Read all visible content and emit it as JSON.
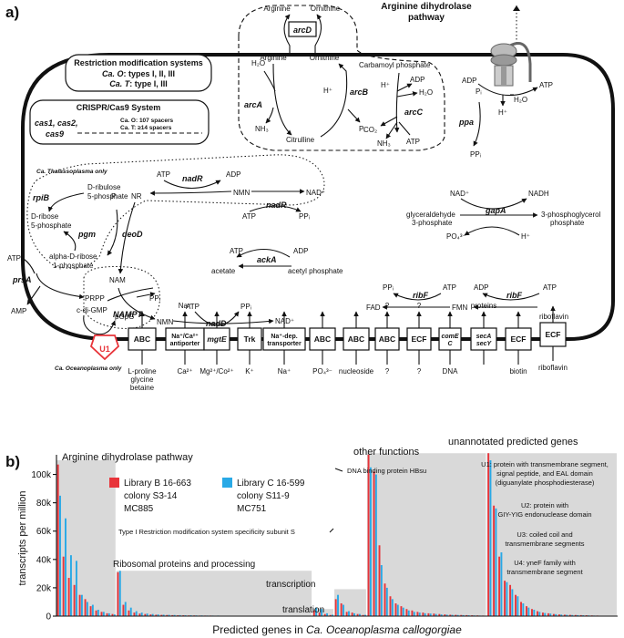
{
  "panel_a": {
    "label": "a)",
    "arginine_pathway": {
      "title_line1": "Arginine dihydrolase",
      "title_line2": "pathway",
      "arcD_box": "arcD",
      "arginine_out": "Arginine",
      "ornithine_out": "Ornithine",
      "arginine_in": "Arginine",
      "ornithine_in": "Ornithine",
      "arcA": "arcA",
      "arcB": "arcB",
      "arcC": "arcC",
      "h2o": "H₂O",
      "nh3_a": "NH₃",
      "citrulline": "Citrulline",
      "hplus_b": "H⁺",
      "pi_b": "Pᵢ",
      "carbamoyl_phosphate": "Carbamoyl phosphate",
      "hplus_c": "H⁺",
      "adp_c": "ADP",
      "h2o_c": "H₂O",
      "co2_c": "CO₂",
      "nh3_c": "NH₃",
      "atp_c": "ATP"
    },
    "restriction": {
      "title": "Restriction modification systems",
      "line1_org": "Ca. O",
      "line1_rest": ": types I, II, III",
      "line2_org": "Ca. T",
      "line2_rest": ": type I, III"
    },
    "crispr": {
      "title": "CRISPR/Cas9 System",
      "genes_line1": "cas1, cas2,",
      "genes_line2": "cas9",
      "spacers1": "Ca. O: 107 spacers",
      "spacers2": "Ca. T: ≥14 spacers"
    },
    "atp_synthase": {
      "adp": "ADP",
      "pi": "Pᵢ",
      "atp": "ATP",
      "hplus": "H⁺",
      "h2o": "H₂O",
      "ppa": "ppa",
      "ppi": "PPᵢ"
    },
    "thalassoplasma_label": "Ca. Thalassoplasma only",
    "oceanoplasma_label": "Ca. Oceanoplasma only",
    "nucleotide": {
      "d_ribulose": "D-ribulose",
      "five_phosphate_a": "5-phosphate",
      "rpiB": "rpiB",
      "d_ribose": "D-ribose",
      "five_phosphate_b": "5-phosphate",
      "pgm": "pgm",
      "alpha_d_ribose": "alpha-D-ribose",
      "one_phosphate": "1-phosphate",
      "atp_prs": "ATP",
      "prsA": "prsA",
      "amp_prs": "AMP",
      "pi_deoD": "Pᵢ",
      "nr": "NR",
      "deoD": "deoD",
      "nam": "NAM",
      "prpp": "PRPP",
      "ppi_nampt": "PPᵢ",
      "nampt": "NAMPT",
      "nmn_a": "NMN",
      "nadR_1": "nadR",
      "atp_nadR1": "ATP",
      "adp_nadR1": "ADP",
      "nmn_b": "NMN",
      "nad_1": "NAD⁺",
      "nadR_2": "nadR",
      "atp_nadR2": "ATP",
      "ppi_nadR2": "PPᵢ",
      "nadD": "nadD",
      "atp_nadD": "ATP",
      "ppi_nadD": "PPᵢ",
      "nad_2": "NAD⁺"
    },
    "glycolysis": {
      "nad": "NAD⁺",
      "nadh": "NADH",
      "g3p_1": "glyceraldehyde",
      "g3p_2": "3-phosphate",
      "gapA": "gapA",
      "pg_1": "3-phosphoglycerol",
      "pg_2": "phosphate",
      "po4": "PO₄³⁻",
      "hplus": "H⁺"
    },
    "acetate": {
      "atp": "ATP",
      "adp": "ADP",
      "ackA": "ackA",
      "acetate": "acetate",
      "acetyl_phosphate": "acetyl phosphate"
    },
    "riboflavin": {
      "ppi": "PPᵢ",
      "atp1": "ATP",
      "ribF1": "ribF",
      "fad": "FAD",
      "fmn": "FMN",
      "adp": "ADP",
      "ribF2": "ribF",
      "atp2": "ATP",
      "riboflavin_in": "riboflavin"
    },
    "u1": {
      "label": "U1",
      "c_di_gmp": "c-di-GMP",
      "pgpg": "pGpG"
    },
    "transporters": [
      {
        "label": "ABC",
        "italic": false,
        "bottom": "L-proline\nglycine\nbetaine",
        "top": ""
      },
      {
        "label": "Na⁺/Ca²⁺\nantiporter",
        "italic": false,
        "bottom": "Ca²⁺",
        "top": "Na⁺"
      },
      {
        "label": "mgtE",
        "italic": true,
        "bottom": "Mg²⁺/Co²⁺",
        "top": ""
      },
      {
        "label": "Trk",
        "italic": false,
        "bottom": "K⁺",
        "top": ""
      },
      {
        "label": "Na⁺-dep.\ntransporter",
        "italic": false,
        "bottom": "Na⁺",
        "top": ""
      },
      {
        "label": "ABC",
        "italic": false,
        "bottom": "PO₄³⁻",
        "top": ""
      },
      {
        "label": "ABC",
        "italic": false,
        "bottom": "nucleoside",
        "top": ""
      },
      {
        "label": "ABC",
        "italic": false,
        "bottom": "?",
        "top": "?"
      },
      {
        "label": "ECF",
        "italic": false,
        "bottom": "?",
        "top": "?"
      },
      {
        "label": "comE\nC",
        "italic": true,
        "bottom": "DNA",
        "top": ""
      },
      {
        "label": "secA\nsecY",
        "italic": true,
        "bottom": "",
        "top": "proteins"
      },
      {
        "label": "ECF",
        "italic": false,
        "bottom": "biotin",
        "top": ""
      },
      {
        "label": "ECF",
        "italic": false,
        "bottom": "riboflavin",
        "top": ""
      }
    ]
  },
  "panel_b": {
    "label": "b)",
    "ylabel": "transcripts per million",
    "xlabel_prefix": "Predicted genes in ",
    "xlabel_org": "Ca. Oceanoplasma callogorgiae",
    "yticks": [
      "0",
      "20k",
      "40k",
      "60k",
      "80k",
      "100k"
    ],
    "legend": [
      {
        "name": "Library B 16-663",
        "line2": "colony S3-14",
        "line3": "MC885",
        "color": "#e8343a"
      },
      {
        "name": "Library C 16-599",
        "line2": "colony S11-9",
        "line3": "MC751",
        "color": "#29a9e6"
      }
    ],
    "group_labels": {
      "arginine": "Arginine dihydrolase pathway",
      "ribosomal": "Ribosomal proteins and processing",
      "transcription": "transcription",
      "translation": "translation",
      "other": "other functions",
      "unannotated": "unannotated predicted genes"
    },
    "annotations": {
      "hbsu": "DNA binding protein HBsu",
      "type1": "Type I Restriction modification system specificity subunit S",
      "u1_1": "U1: protein with transmembrane segment,",
      "u1_2": "signal peptide, and EAL domain",
      "u1_3": "(diguanylate phosphodiesterase)",
      "u2_1": "U2: protein with",
      "u2_2": "GIY-YIG endonuclease domain",
      "u3_1": "U3: coiled coil and",
      "u3_2": "transmembrane segments",
      "u4_1": "U4: yneF family with",
      "u4_2": "transmembrane segment"
    },
    "chart_data": {
      "type": "bar",
      "ylabel": "transcripts per million",
      "xlabel": "Predicted genes in Ca. Oceanoplasma callogorgiae",
      "ylim": [
        0,
        110000
      ],
      "series_names": [
        "Library B 16-663",
        "Library C 16-599"
      ],
      "groups": [
        {
          "name": "Arginine dihydrolase pathway",
          "B": [
            107000,
            42000,
            27000,
            22000,
            15000,
            12000,
            7000,
            4000,
            3000,
            2000,
            1500
          ],
          "C": [
            85000,
            69000,
            43000,
            39000,
            15000,
            10000,
            8000,
            4500,
            3000,
            2000,
            1200
          ]
        },
        {
          "name": "Ribosomal proteins and processing",
          "B": [
            31000,
            8000,
            4000,
            2500,
            1800,
            1500,
            1200,
            1000,
            900,
            800,
            700,
            600,
            600,
            500,
            500,
            400,
            400,
            400,
            300,
            300,
            300,
            300,
            200,
            200,
            200,
            200,
            200,
            200,
            200,
            200,
            150,
            150,
            150,
            150,
            150,
            150
          ],
          "C": [
            32000,
            10000,
            6000,
            3500,
            2500,
            1800,
            1500,
            1200,
            1000,
            900,
            800,
            700,
            600,
            600,
            500,
            500,
            400,
            400,
            400,
            300,
            300,
            300,
            300,
            200,
            200,
            200,
            200,
            200,
            200,
            200,
            150,
            150,
            150,
            150,
            150,
            150
          ]
        },
        {
          "name": "transcription",
          "B": [
            4000,
            2500,
            1500,
            800
          ],
          "C": [
            6000,
            5000,
            2000,
            1000
          ]
        },
        {
          "name": "translation",
          "B": [
            12000,
            9000,
            3000,
            2500,
            1500,
            800
          ],
          "C": [
            15000,
            8000,
            3500,
            2000,
            1500,
            900
          ]
        },
        {
          "name": "other functions",
          "B": [
            114000,
            102000,
            50000,
            23000,
            14000,
            9000,
            7000,
            5000,
            4000,
            3000,
            2500,
            2000,
            1800,
            1500,
            1200,
            1000,
            900,
            800,
            700,
            600,
            500,
            400
          ],
          "C": [
            105000,
            100000,
            36000,
            20000,
            12000,
            8000,
            6000,
            4000,
            3000,
            2500,
            2000,
            1800,
            1500,
            1200,
            1000,
            900,
            800,
            700,
            600,
            500,
            400,
            300
          ]
        },
        {
          "name": "unannotated predicted genes",
          "B": [
            115000,
            78000,
            42000,
            25000,
            22000,
            15000,
            10000,
            7000,
            5000,
            3500,
            2500,
            2000,
            1500,
            1200,
            1000,
            900,
            800,
            700,
            600,
            500,
            400,
            300,
            250,
            200
          ],
          "C": [
            110000,
            76000,
            45000,
            24000,
            19000,
            14000,
            9000,
            6000,
            4500,
            3000,
            2200,
            1800,
            1400,
            1100,
            900,
            800,
            700,
            600,
            500,
            400,
            300,
            250,
            200,
            150
          ]
        }
      ]
    }
  }
}
